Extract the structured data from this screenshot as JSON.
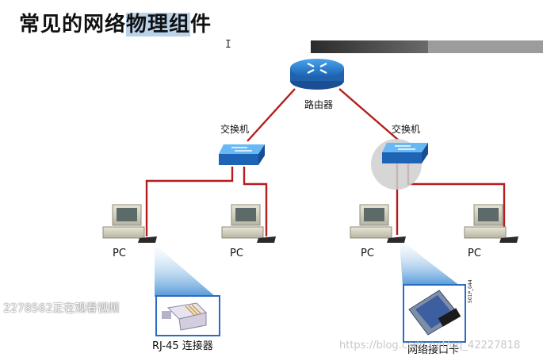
{
  "slide": {
    "title_plain": "常见的网络",
    "title_selected": "物理组",
    "title_rest": "件",
    "cursor_glyph": "I"
  },
  "devices": {
    "router_label": "路由器",
    "switch_left_label": "交换机",
    "switch_right_label": "交换机",
    "pc_labels": [
      "PC",
      "PC",
      "PC",
      "PC"
    ]
  },
  "callouts": {
    "connector_label": "RJ-45 连接器",
    "nic_label": "网络接口卡",
    "nic_card_code": "501P_044"
  },
  "overlays": {
    "viewer_watermark": "2278562正在观看视频",
    "blog_watermark": "https://blog.csdn.net/qq_42227818"
  },
  "colors": {
    "cable": "#b41e1e",
    "device_blue": "#2f7fd0",
    "accent_border": "#2a6cc4"
  }
}
